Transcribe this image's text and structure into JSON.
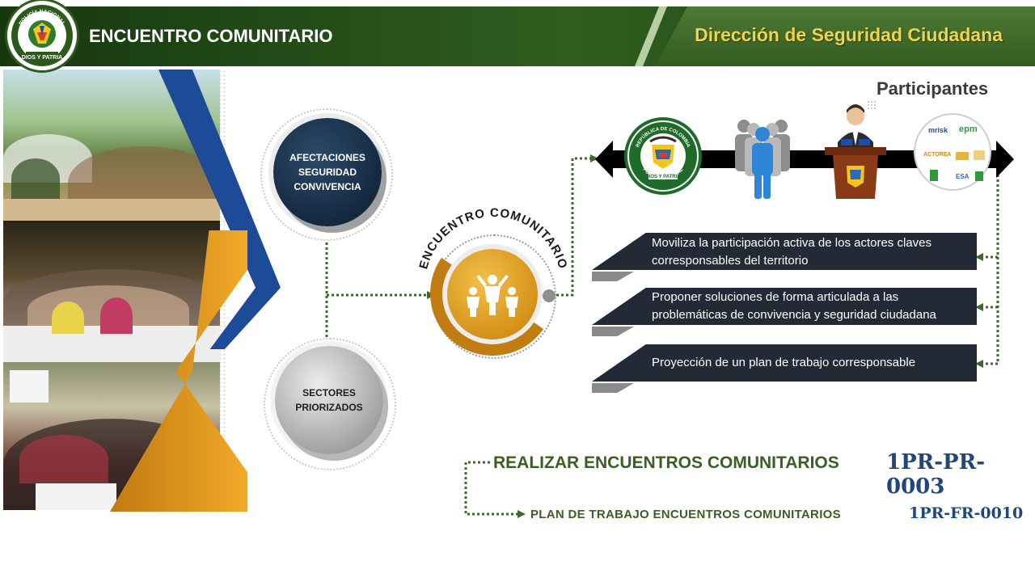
{
  "header": {
    "title": "ENCUENTRO COMUNITARIO",
    "subtitle": "Dirección de Seguridad Ciudadana",
    "logo": {
      "top_text": "POLICÍA NACIONAL",
      "bottom_text": "DIOS Y PATRIA"
    }
  },
  "circles": {
    "top": "AFECTACIONES SEGURIDAD CONVIVENCIA",
    "bottom": "SECTORES PRIORIZADOS",
    "center_label": "ENCUENTRO COMUNITARIO"
  },
  "participants": {
    "title": "Participantes",
    "seal_top": "REPÚBLICA DE COLOMBIA",
    "seal_bottom": "POLICÍA NACIONAL",
    "seal_motto": "DIOS Y PATRIA",
    "partners": [
      "mrisk",
      "epm",
      "ACTOREA",
      "ESA"
    ]
  },
  "banners": [
    {
      "text": "Moviliza la participación activa de los actores claves corresponsables del territorio"
    },
    {
      "text": "Proponer soluciones de forma articulada a las problemáticas de convivencia y seguridad ciudadana"
    },
    {
      "text": "Proyección de un plan de trabajo corresponsable"
    }
  ],
  "procedure": {
    "title": "REALIZAR ENCUENTROS COMUNITARIOS",
    "code": "1PR-PR-0003"
  },
  "form": {
    "title": "PLAN DE TRABAJO ENCUENTROS COMUNITARIOS",
    "code": "1PR-FR-0010"
  },
  "colors": {
    "header_green": "#2f5e1f",
    "gold": "#f2d34b",
    "navy_ball": "#142940",
    "banner": "#232a36",
    "code_blue": "#20467a",
    "title_green": "#3a5e23"
  }
}
